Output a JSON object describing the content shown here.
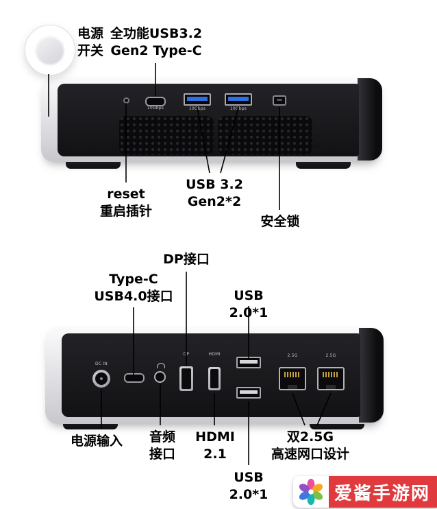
{
  "front": {
    "power_label": "电源\n开关",
    "usbc_label": "全功能USB3.2\nGen2 Type-C",
    "reset_label": "reset\n重启插针",
    "usb32_label": "USB 3.2\nGen2*2",
    "lock_label": "安全锁",
    "port_captions": {
      "usbc": "10Gbps",
      "usba1": "10Gbps",
      "usba2": "10Gbps"
    }
  },
  "rear": {
    "dp_label": "DP接口",
    "typec_label": "Type-C\nUSB4.0接口",
    "usb20_top_label": "USB 2.0*1",
    "power_in_label": "电源输入",
    "audio_label": "音频\n接口",
    "hdmi_label": "HDMI\n2.1",
    "lan_label": "双2.5G\n高速网口设计",
    "usb20_bottom_label": "USB 2.0*1",
    "port_captions": {
      "dc": "DC IN",
      "dp": "DP",
      "hdmi": "HDMI",
      "lan1": "2.5G",
      "lan2": "2.5G"
    }
  },
  "watermark": {
    "text": "爱酱手游网"
  },
  "colors": {
    "usb_blue": "#2f6fe0",
    "watermark_red": "#e03a3e",
    "device_panel": "#141417",
    "device_silver": "#d9d9de",
    "line": "#000000"
  },
  "icons": {
    "power_button": "power-button-icon",
    "headphone": "headphone-icon",
    "pinwheel": "pinwheel-logo-icon"
  }
}
